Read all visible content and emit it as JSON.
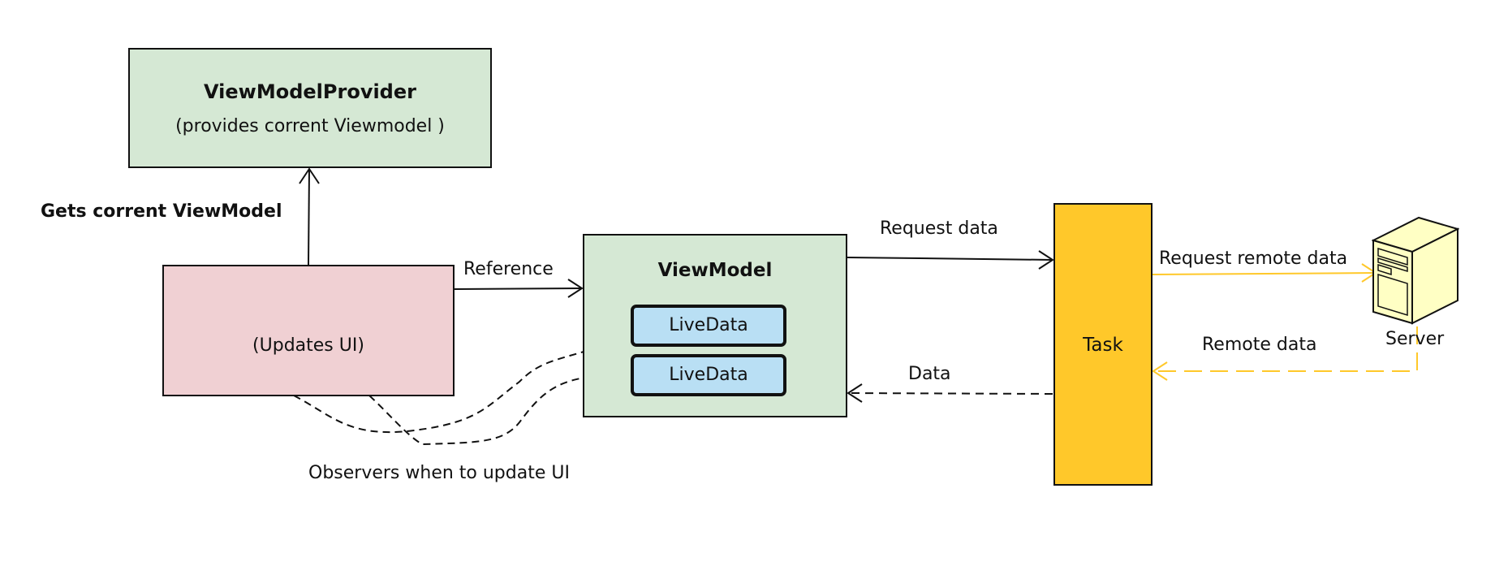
{
  "nodes": {
    "provider": {
      "title": "ViewModelProvider",
      "subtitle": "(provides corrent Viewmodel )"
    },
    "ui": {
      "subtitle": "(Updates UI)"
    },
    "viewmodel": {
      "title": "ViewModel",
      "livedata": [
        "LiveData",
        "LiveData"
      ]
    },
    "task": {
      "title": "Task"
    },
    "server": {
      "label": "Server"
    }
  },
  "edges": {
    "gets_viewmodel": "Gets corrent ViewModel",
    "reference": "Reference",
    "request_data": "Request data",
    "request_remote_data": "Request remote data",
    "remote_data": "Remote data",
    "data": "Data",
    "observers": "Observers when to update UI"
  },
  "colors": {
    "provider_fill": "#d5e8d4",
    "ui_fill": "#f0d0d3",
    "viewmodel_fill": "#d5e8d4",
    "livedata_fill": "#b9dff4",
    "task_fill": "#ffc82a",
    "server_fill": "#ffffc4",
    "remote_edge": "#ffc82a",
    "line": "#111111"
  },
  "icons": {
    "server": "server-tower-icon"
  }
}
